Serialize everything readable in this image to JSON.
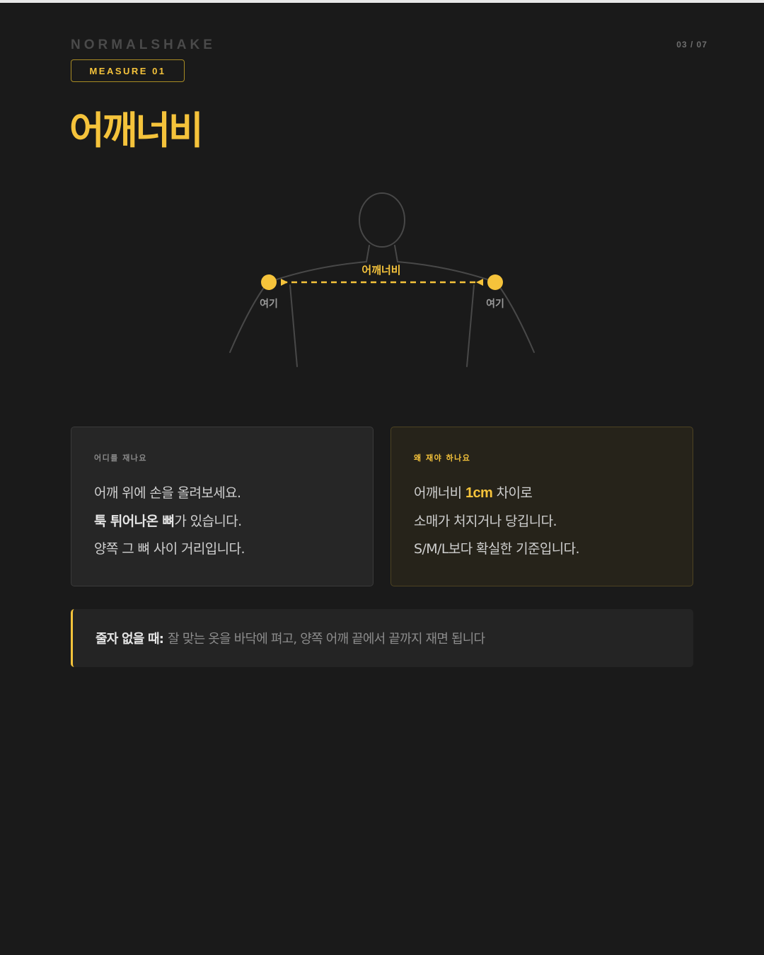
{
  "header": {
    "brand": "NORMALSHAKE",
    "page_counter": "03 / 07",
    "measure_tag": "MEASURE 01",
    "title": "어깨너비"
  },
  "diagram": {
    "measure_label": "어깨너비",
    "left_point_label": "여기",
    "right_point_label": "여기"
  },
  "cards": {
    "where": {
      "label": "어디를 재나요",
      "line1": "어깨 위에 손을 올려보세요.",
      "line2_bold": "툭 튀어나온 뼈",
      "line2_rest": "가 있습니다.",
      "line3": "양쪽 그 뼈 사이 거리입니다."
    },
    "why": {
      "label": "왜 재야 하나요",
      "line1_pre": "어깨너비 ",
      "line1_highlight": "1cm",
      "line1_post": " 차이로",
      "line2": "소매가 처지거나 당깁니다.",
      "line3": "S/M/L보다 확실한 기준입니다."
    }
  },
  "tip": {
    "lead": "줄자 없을 때:",
    "text": "잘 맞는 옷을 바닥에 펴고, 양쪽 어깨 끝에서 끝까지 재면 됩니다"
  },
  "colors": {
    "background": "#1a1a1a",
    "accent": "#f5c33b",
    "muted_text": "#8c8c8c",
    "outline": "#4a4a4a"
  }
}
